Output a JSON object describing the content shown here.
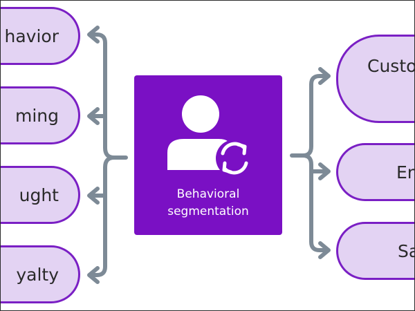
{
  "colors": {
    "accent": "#7a10c4",
    "pill_fill": "#e3d3f3",
    "pill_border": "#7a1fc4",
    "connector": "#7d8a96",
    "text": "#2a2a2a"
  },
  "center": {
    "icon": "user-refresh-icon",
    "label_line1": "Behavioral",
    "label_line2": "segmentation"
  },
  "left_nodes": [
    {
      "label": "havior"
    },
    {
      "label": "ming"
    },
    {
      "label": "ught"
    },
    {
      "label": "yalty"
    }
  ],
  "right_nodes": [
    {
      "label": "Custo"
    },
    {
      "label": "En"
    },
    {
      "label": "Sa"
    }
  ]
}
